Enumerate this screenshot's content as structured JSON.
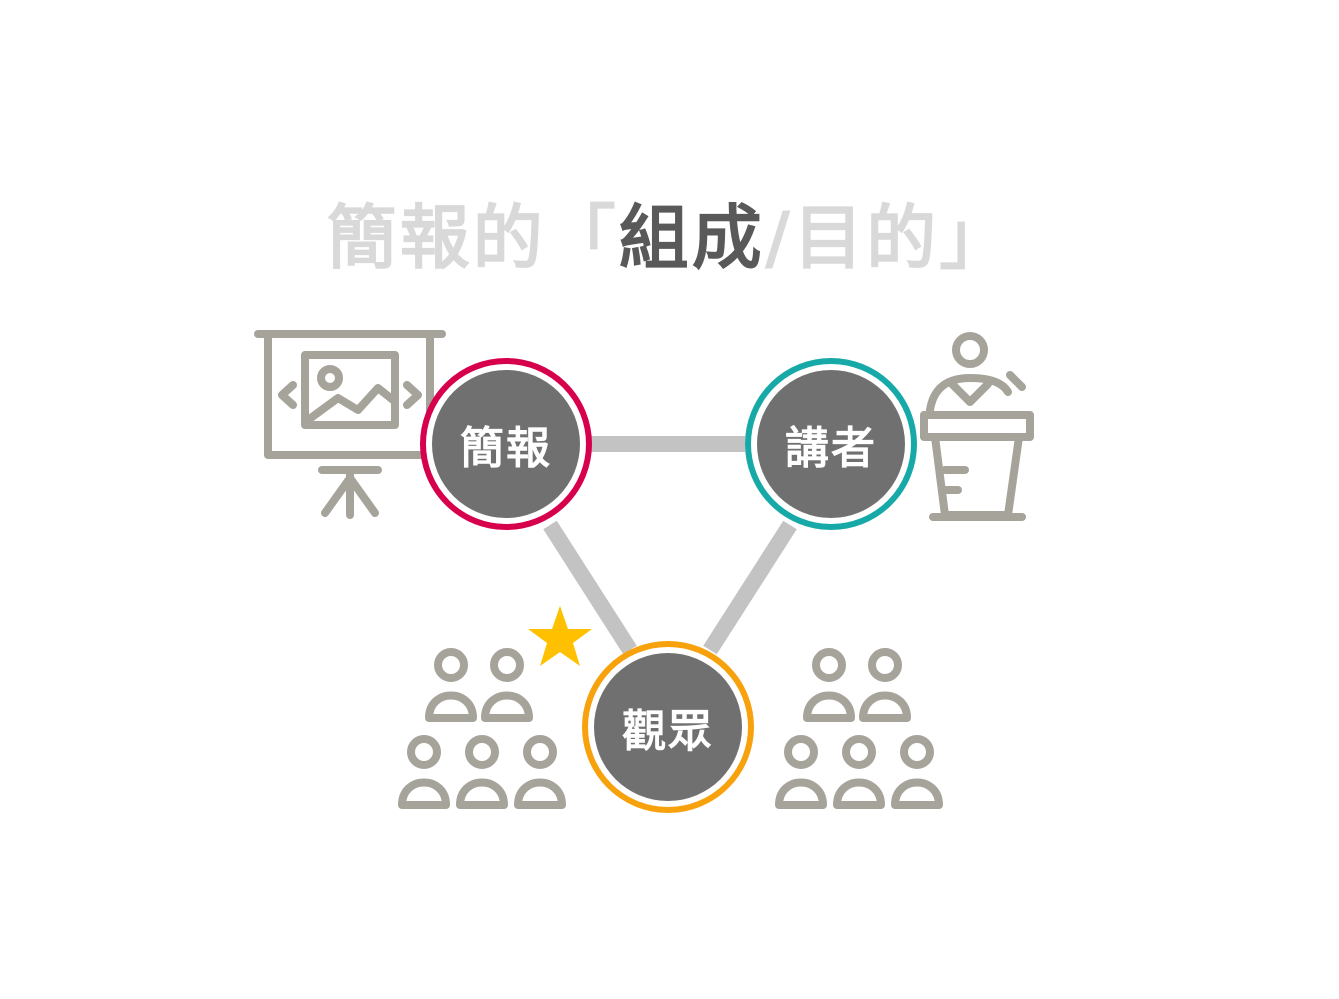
{
  "title": {
    "open_bracket": "簡報的「",
    "highlight": "組成",
    "rest": "/目的」"
  },
  "nodes": {
    "presentation": {
      "label": "簡報",
      "ring_color": "#d6004c"
    },
    "speaker": {
      "label": "講者",
      "ring_color": "#17a9a8"
    },
    "audience": {
      "label": "觀眾",
      "ring_color": "#f7a20c"
    }
  },
  "colors": {
    "icon_gray": "#a6a39a",
    "edge_gray": "#c3c3c3",
    "node_fill": "#707070",
    "star": "#ffc000"
  },
  "icons": [
    "projector-screen-icon",
    "speaker-podium-icon",
    "audience-group-icon",
    "star-icon"
  ]
}
